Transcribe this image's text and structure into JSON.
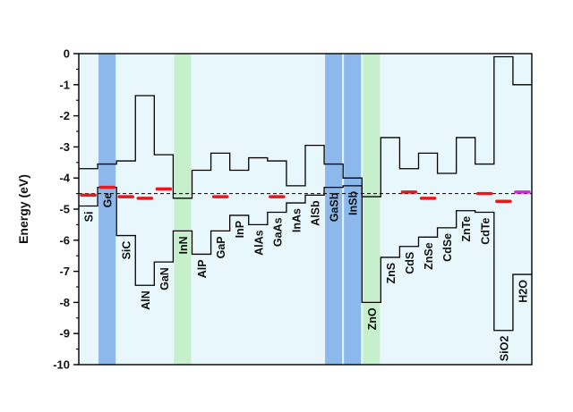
{
  "chart_data": {
    "type": "bar",
    "ylabel": "Energy (eV)",
    "ylim": [
      -10,
      0
    ],
    "yticks": [
      "0",
      "-1",
      "-2",
      "-3",
      "-4",
      "-5",
      "-6",
      "-7",
      "-8",
      "-9",
      "-10"
    ],
    "reference_line": -4.5,
    "colors": {
      "background": "#e8f7fc",
      "highlight_blue": "#8db8ec",
      "highlight_green": "#c6efcc",
      "band_line": "#000000",
      "marker_red": "#e8191b",
      "marker_magenta": "#e020e0"
    },
    "materials": [
      {
        "name": "Si",
        "cb": -3.7,
        "vb": -4.9,
        "marker": -4.55,
        "highlight": ""
      },
      {
        "name": "Ge",
        "cb": -3.55,
        "vb": -4.3,
        "marker": -4.3,
        "highlight": "blue"
      },
      {
        "name": "SiC",
        "cb": -3.45,
        "vb": -5.85,
        "marker": -4.6,
        "highlight": ""
      },
      {
        "name": "AlN",
        "cb": -1.35,
        "vb": -7.45,
        "marker": -4.65,
        "highlight": ""
      },
      {
        "name": "GaN",
        "cb": -3.25,
        "vb": -6.7,
        "marker": -4.35,
        "highlight": ""
      },
      {
        "name": "InN",
        "cb": -4.65,
        "vb": -5.7,
        "marker": null,
        "highlight": "green"
      },
      {
        "name": "AlP",
        "cb": -3.75,
        "vb": -6.45,
        "marker": null,
        "highlight": ""
      },
      {
        "name": "GaP",
        "cb": -3.2,
        "vb": -5.7,
        "marker": -4.6,
        "highlight": ""
      },
      {
        "name": "InP",
        "cb": -3.75,
        "vb": -5.2,
        "marker": null,
        "highlight": ""
      },
      {
        "name": "AlAs",
        "cb": -3.35,
        "vb": -5.5,
        "marker": null,
        "highlight": ""
      },
      {
        "name": "GaAs",
        "cb": -3.45,
        "vb": -5.1,
        "marker": -4.6,
        "highlight": ""
      },
      {
        "name": "InAs",
        "cb": -4.25,
        "vb": -4.8,
        "marker": null,
        "highlight": ""
      },
      {
        "name": "AlSb",
        "cb": -2.95,
        "vb": -4.55,
        "marker": null,
        "highlight": ""
      },
      {
        "name": "GaSb",
        "cb": -3.55,
        "vb": -4.3,
        "marker": null,
        "highlight": "blue"
      },
      {
        "name": "InSb",
        "cb": -4.0,
        "vb": -4.25,
        "marker": null,
        "highlight": "blue"
      },
      {
        "name": "ZnO",
        "cb": -4.6,
        "vb": -8.0,
        "marker": null,
        "highlight": "green"
      },
      {
        "name": "ZnS",
        "cb": -2.7,
        "vb": -6.55,
        "marker": null,
        "highlight": ""
      },
      {
        "name": "CdS",
        "cb": -3.7,
        "vb": -6.2,
        "marker": -4.45,
        "highlight": ""
      },
      {
        "name": "ZnSe",
        "cb": -3.2,
        "vb": -5.9,
        "marker": -4.65,
        "highlight": ""
      },
      {
        "name": "CdSe",
        "cb": -3.85,
        "vb": -5.6,
        "marker": null,
        "highlight": ""
      },
      {
        "name": "ZnTe",
        "cb": -2.7,
        "vb": -5.05,
        "marker": null,
        "highlight": ""
      },
      {
        "name": "CdTe",
        "cb": -3.55,
        "vb": -5.1,
        "marker": -4.5,
        "highlight": ""
      },
      {
        "name": "SiO2",
        "cb": -0.1,
        "vb": -8.9,
        "marker": -4.75,
        "highlight": ""
      },
      {
        "name": "H2O",
        "cb": -1.0,
        "vb": -7.1,
        "marker": -4.45,
        "highlight": ""
      }
    ]
  }
}
